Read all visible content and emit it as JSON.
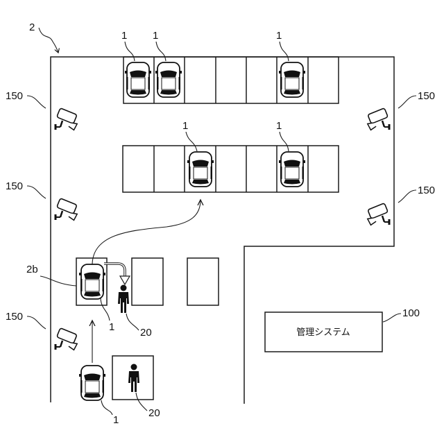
{
  "labels": {
    "facility": "2",
    "vehicle": "1",
    "camera": "150",
    "drop_off_area": "2b",
    "user": "20",
    "management_system": "100"
  },
  "management_system_box": {
    "text": "管理システム"
  },
  "icons": {
    "camera": "security-camera-icon",
    "vehicle": "car-top-view-icon",
    "person": "person-icon"
  }
}
